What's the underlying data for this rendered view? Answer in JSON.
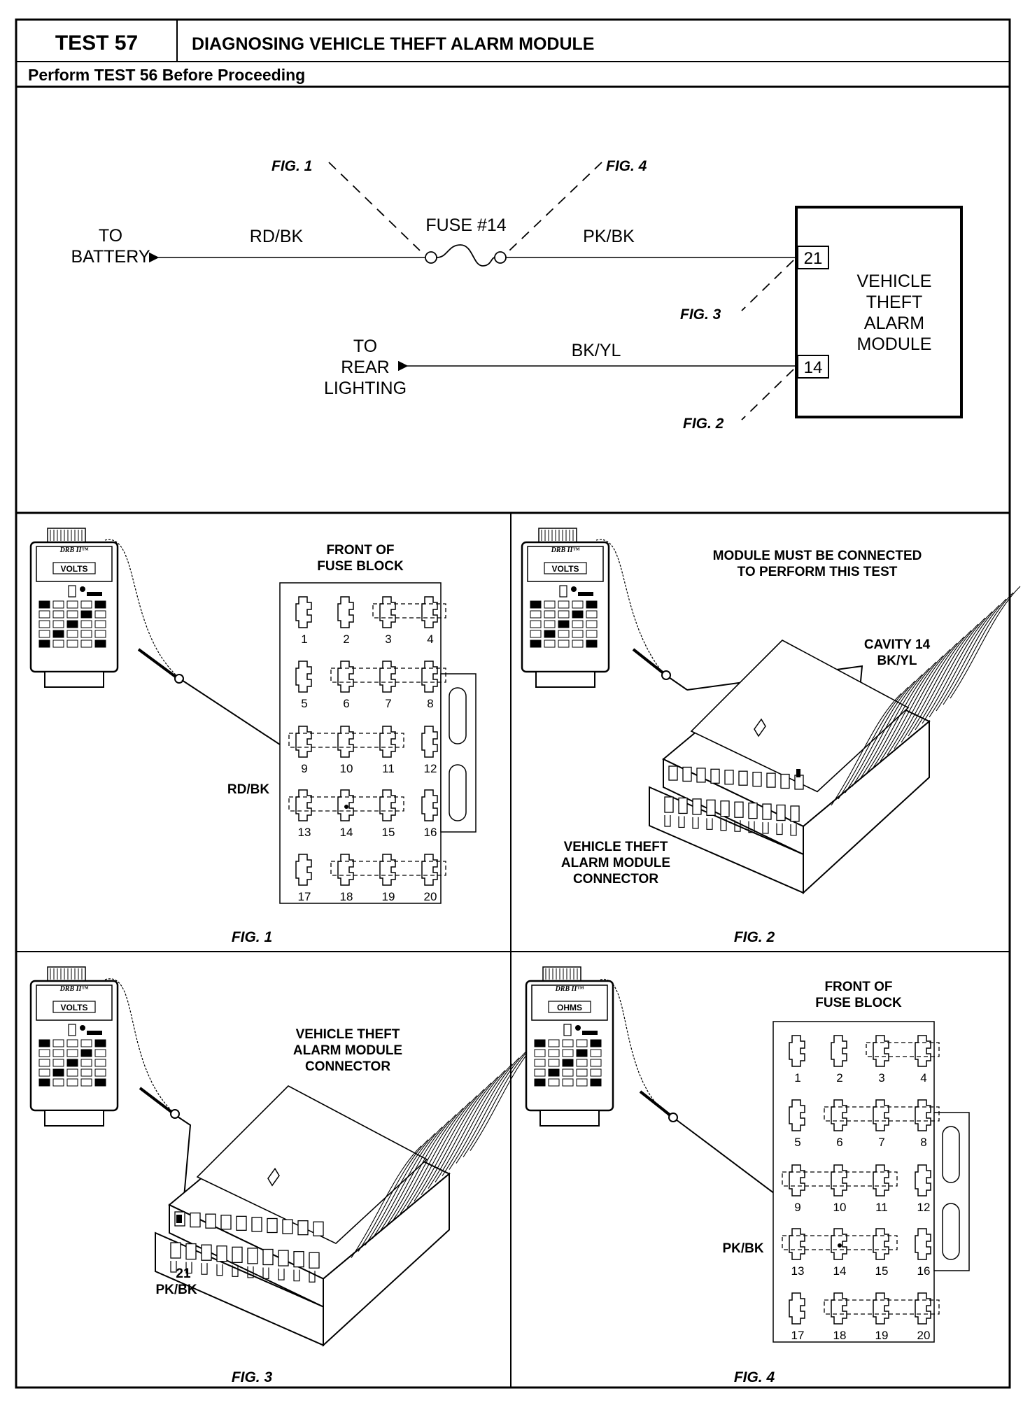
{
  "header": {
    "test_label": "TEST 57",
    "title": "DIAGNOSING VEHICLE THEFT ALARM MODULE",
    "subtitle": "Perform TEST 56 Before Proceeding"
  },
  "schematic": {
    "to_battery": [
      "TO",
      "BATTERY"
    ],
    "wire_rd_bk": "RD/BK",
    "fuse_label": "FUSE #14",
    "wire_pk_bk": "PK/BK",
    "to_rear_lighting": [
      "TO",
      "REAR",
      "LIGHTING"
    ],
    "wire_bk_yl": "BK/YL",
    "module_label": [
      "VEHICLE",
      "THEFT",
      "ALARM",
      "MODULE"
    ],
    "pin_21": "21",
    "pin_14": "14",
    "callout_fig1": "FIG. 1",
    "callout_fig2": "FIG. 2",
    "callout_fig3": "FIG. 3",
    "callout_fig4": "FIG. 4"
  },
  "meter": {
    "brand": "DRB II™",
    "mode_volts": "VOLTS",
    "mode_ohms": "OHMS"
  },
  "figures": {
    "fig1": {
      "caption": "FIG. 1",
      "title": [
        "FRONT OF",
        "FUSE BLOCK"
      ],
      "probe_label": "RD/BK"
    },
    "fig2": {
      "caption": "FIG. 2",
      "note": [
        "MODULE MUST BE CONNECTED",
        "TO PERFORM THIS TEST"
      ],
      "cavity_label": [
        "CAVITY 14",
        "BK/YL"
      ],
      "connector_label": [
        "VEHICLE THEFT",
        "ALARM MODULE",
        "CONNECTOR"
      ]
    },
    "fig3": {
      "caption": "FIG. 3",
      "connector_label": [
        "VEHICLE THEFT",
        "ALARM MODULE",
        "CONNECTOR"
      ],
      "pin_label": [
        "21",
        "PK/BK"
      ]
    },
    "fig4": {
      "caption": "FIG. 4",
      "title": [
        "FRONT OF",
        "FUSE BLOCK"
      ],
      "probe_label": "PK/BK"
    }
  },
  "fuse_numbers": [
    "1",
    "2",
    "3",
    "4",
    "5",
    "6",
    "7",
    "8",
    "9",
    "10",
    "11",
    "12",
    "13",
    "14",
    "15",
    "16",
    "17",
    "18",
    "19",
    "20"
  ]
}
